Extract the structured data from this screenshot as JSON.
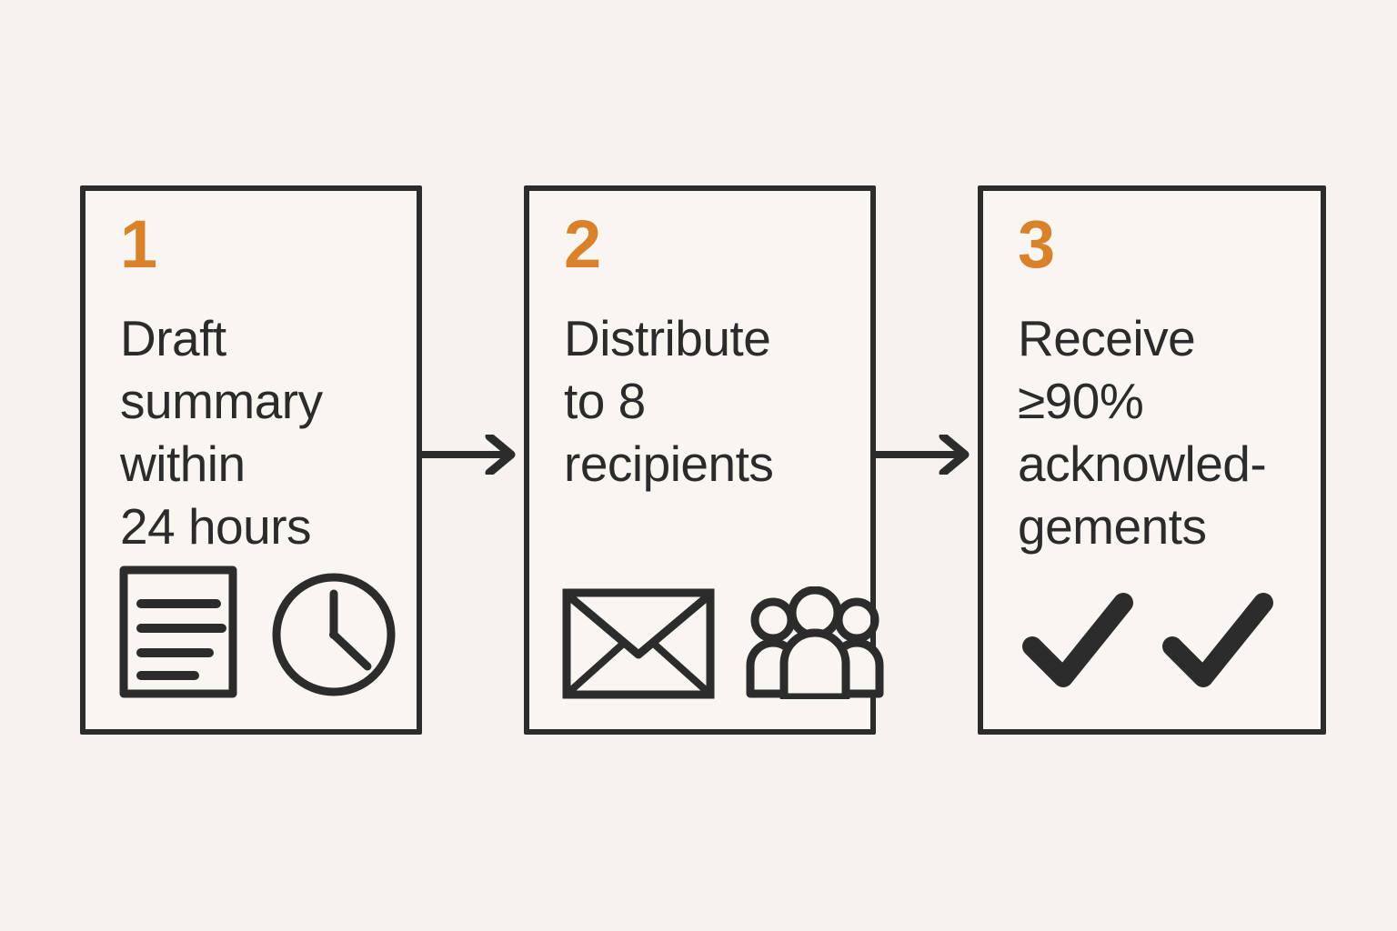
{
  "canvas": {
    "background_color": "#f7f4ef",
    "ink_color": "#2b2b2b",
    "accent_color": "#d9822b"
  },
  "diagram": {
    "type": "process-flow",
    "orientation": "left-to-right",
    "step_count": 3,
    "steps": [
      {
        "number": "1",
        "title": "Draft\nsummary\nwithin\n24 hours",
        "title_lines": [
          "Draft",
          "summary",
          "within",
          "24 hours"
        ],
        "icons": [
          "document-icon",
          "clock-icon"
        ],
        "metric": "24 hours"
      },
      {
        "number": "2",
        "title": "Distribute\nto 8\nrecipients",
        "title_lines": [
          "Distribute",
          "to 8",
          "recipients"
        ],
        "icons": [
          "envelope-icon",
          "people-group-icon"
        ],
        "metric": "8 recipients"
      },
      {
        "number": "3",
        "title": "Receive\n≥90%\nacknowled-\ngements",
        "title_lines": [
          "Receive",
          "≥90%",
          "acknowled-",
          "gements"
        ],
        "icons": [
          "checkmark-icon",
          "checkmark-icon"
        ],
        "metric": "≥90%"
      }
    ],
    "connectors": [
      {
        "from": "1",
        "to": "2",
        "kind": "arrow-right"
      },
      {
        "from": "2",
        "to": "3",
        "kind": "arrow-right"
      }
    ]
  }
}
